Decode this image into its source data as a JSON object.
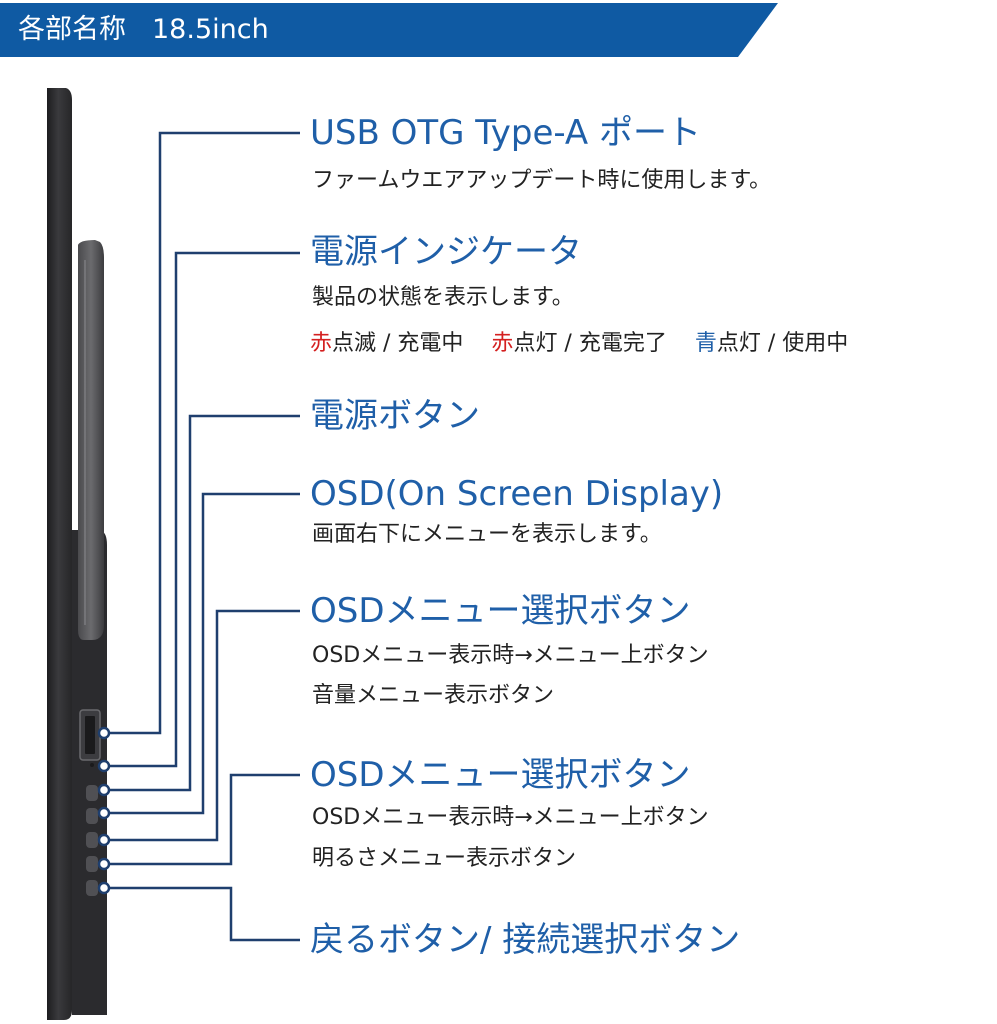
{
  "header": {
    "title": "各部名称",
    "subtitle": "18.5inch",
    "bg_color": "#0f5aa3"
  },
  "colors": {
    "label": "#1f5fa8",
    "text": "#222222",
    "red": "#d42020",
    "blue": "#1f5fa8",
    "leader": "#1f3f6e"
  },
  "parts": [
    {
      "title": "USB OTG Type-A ポート",
      "lines": [
        "ファームウエアアップデート時に使用します。"
      ]
    },
    {
      "title": "電源インジケータ",
      "lines": [
        "製品の状態を表示します。"
      ],
      "status": [
        {
          "color_word": "赤",
          "rest": "点滅 / 充電中"
        },
        {
          "color_word": "赤",
          "rest": "点灯 / 充電完了"
        },
        {
          "color_word": "青",
          "rest": "点灯 / 使用中"
        }
      ]
    },
    {
      "title": "電源ボタン",
      "lines": []
    },
    {
      "title": "OSD(On Screen Display)",
      "lines": [
        "画面右下にメニューを表示します。"
      ]
    },
    {
      "title": "OSDメニュー選択ボタン",
      "lines": [
        "OSDメニュー表示時→メニュー上ボタン",
        "音量メニュー表示ボタン"
      ]
    },
    {
      "title": "OSDメニュー選択ボタン",
      "lines": [
        "OSDメニュー表示時→メニュー上ボタン",
        "明るさメニュー表示ボタン"
      ]
    },
    {
      "title": "戻るボタン/ 接続選択ボタン",
      "lines": []
    }
  ]
}
